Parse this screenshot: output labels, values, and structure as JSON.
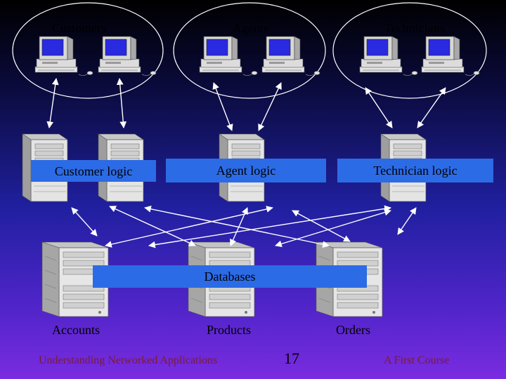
{
  "groups": {
    "customers": "Customers",
    "agents": "Agents",
    "technicians": "Technicians"
  },
  "logic": {
    "customer": "Customer logic",
    "agent": "Agent logic",
    "technician": "Technician logic"
  },
  "databases": {
    "bar_label": "Databases",
    "accounts": "Accounts",
    "products": "Products",
    "orders": "Orders"
  },
  "footer": {
    "left": "Understanding Networked Applications",
    "page": "17",
    "right": "A First Course"
  },
  "colors": {
    "bar": "#2c6be6",
    "footer_text": "#7a1a3a",
    "ellipse_stroke": "#ffffff",
    "arrow": "#ffffff",
    "screen": "#2a2ae0"
  },
  "icons": [
    "desktop-computer-icon",
    "tower-server-icon",
    "rack-server-icon"
  ]
}
